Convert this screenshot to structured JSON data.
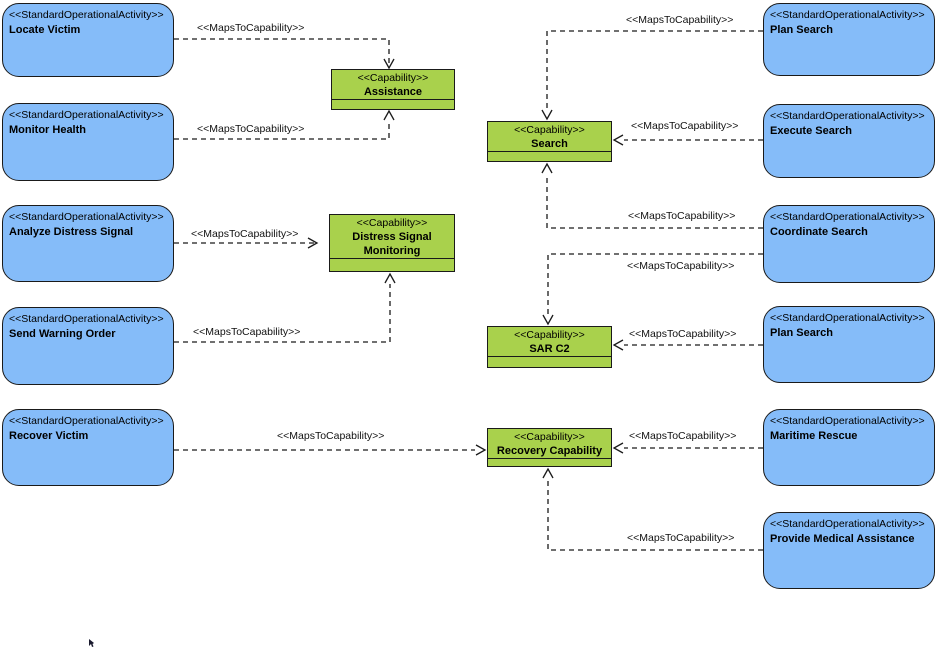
{
  "stereotypes": {
    "activity": "<<StandardOperationalActivity>>",
    "capability": "<<Capability>>"
  },
  "connector_label": "<<MapsToCapability>>",
  "colors": {
    "activity_fill": "#85BCF9",
    "capability_fill": "#A9D14C",
    "border": "#1A1A1A",
    "background": "#FFFFFF"
  },
  "activities": [
    {
      "name": "Locate Victim"
    },
    {
      "name": "Monitor Health"
    },
    {
      "name": "Analyze Distress Signal"
    },
    {
      "name": "Send Warning Order"
    },
    {
      "name": "Recover Victim"
    },
    {
      "name": "Plan Search"
    },
    {
      "name": "Execute Search"
    },
    {
      "name": "Coordinate Search"
    },
    {
      "name": "Plan Search"
    },
    {
      "name": "Maritime Rescue"
    },
    {
      "name": "Provide Medical Assistance"
    }
  ],
  "capabilities": [
    {
      "name": "Assistance"
    },
    {
      "name": "Distress Signal Monitoring"
    },
    {
      "name": "Search"
    },
    {
      "name": "SAR C2"
    },
    {
      "name": "Recovery Capability"
    }
  ],
  "connections": [
    {
      "from": "Locate Victim",
      "to": "Assistance",
      "label": "<<MapsToCapability>>"
    },
    {
      "from": "Monitor Health",
      "to": "Assistance",
      "label": "<<MapsToCapability>>"
    },
    {
      "from": "Analyze Distress Signal",
      "to": "Distress Signal Monitoring",
      "label": "<<MapsToCapability>>"
    },
    {
      "from": "Send Warning Order",
      "to": "Distress Signal Monitoring",
      "label": "<<MapsToCapability>>"
    },
    {
      "from": "Plan Search",
      "to": "Search",
      "label": "<<MapsToCapability>>"
    },
    {
      "from": "Execute Search",
      "to": "Search",
      "label": "<<MapsToCapability>>"
    },
    {
      "from": "Coordinate Search",
      "to": "Search",
      "label": "<<MapsToCapability>>"
    },
    {
      "from": "Coordinate Search",
      "to": "SAR C2",
      "label": "<<MapsToCapability>>"
    },
    {
      "from": "Plan Search",
      "to": "SAR C2",
      "label": "<<MapsToCapability>>"
    },
    {
      "from": "Recover Victim",
      "to": "Recovery Capability",
      "label": "<<MapsToCapability>>"
    },
    {
      "from": "Maritime Rescue",
      "to": "Recovery Capability",
      "label": "<<MapsToCapability>>"
    },
    {
      "from": "Provide Medical Assistance",
      "to": "Recovery Capability",
      "label": "<<MapsToCapability>>"
    }
  ]
}
